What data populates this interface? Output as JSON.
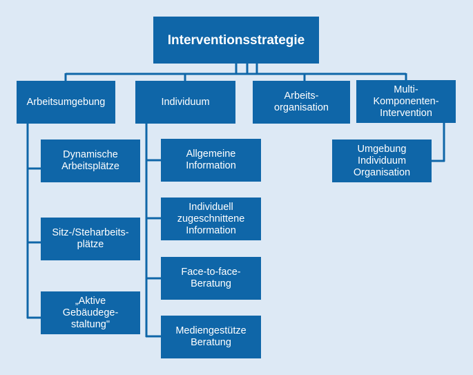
{
  "diagram": {
    "root": "Interventionsstrategie",
    "categories": [
      {
        "label": "Arbeitsumgebung",
        "children": [
          "Dynamische\nArbeitsplätze",
          "Sitz-/Steharbeits-\nplätze",
          "„Aktive\nGebäudege-\nstaltung\""
        ]
      },
      {
        "label": "Individuum",
        "children": [
          "Allgemeine\nInformation",
          "Individuell\nzugeschnittene\nInformation",
          "Face-to-face-\nBeratung",
          "Mediengestütze\nBeratung"
        ]
      },
      {
        "label": "Arbeits-\norganisation",
        "children": []
      },
      {
        "label": "Multi-\nKomponenten-\nIntervention",
        "children": [
          "Umgebung\nIndividuum\nOrganisation"
        ]
      }
    ]
  },
  "colors": {
    "background": "#dde9f5",
    "box": "#0f66a8",
    "text": "#ffffff"
  }
}
